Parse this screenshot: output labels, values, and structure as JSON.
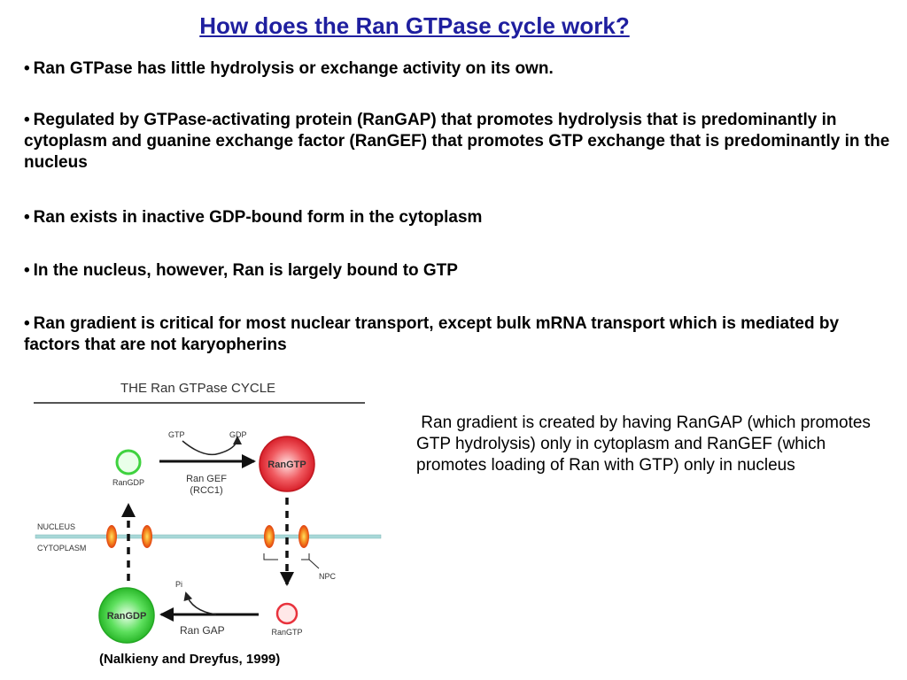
{
  "slide": {
    "title": "How does the Ran GTPase cycle work?",
    "bullets": [
      "Ran GTPase has little hydrolysis or exchange activity on its own.",
      "Regulated by GTPase-activating protein (RanGAP) that promotes hydrolysis that is predominantly in cytoplasm and guanine exchange factor (RanGEF) that promotes GTP exchange that is predominantly in the nucleus",
      "Ran exists in inactive GDP-bound form in the cytoplasm",
      "In the nucleus, however, Ran is largely bound to GTP",
      "Ran gradient is critical for most nuclear transport, except bulk mRNA transport which is mediated by factors that are not karyopherins"
    ],
    "bullet_symbol": "•",
    "side_note": "Ran gradient is created by having RanGAP (which promotes GTP hydrolysis) only in cytoplasm and RanGEF (which promotes loading of Ran with GTP) only in nucleus",
    "citation": "(Nalkieny and Dreyfus, 1999)"
  },
  "diagram": {
    "title": "THE Ran GTPase CYCLE",
    "labels": {
      "gtp_in": "GTP",
      "gdp_out": "GDP",
      "ran_gef": "Ran GEF",
      "rcc1": "(RCC1)",
      "nucleus": "NUCLEUS",
      "cytoplasm": "CYTOPLASM",
      "npc": "NPC",
      "pi": "Pi",
      "ran_gap": "Ran GAP",
      "rangtp_large": "RanGTP",
      "rangdp_small": "RanGDP",
      "rangdp_large": "RanGDP",
      "rangtp_small": "RanGTP"
    },
    "colors": {
      "rangtp": "#e8323c",
      "rangdp": "#3fd23f",
      "membrane": "#a8d8d8",
      "pore": "#f07020"
    }
  }
}
